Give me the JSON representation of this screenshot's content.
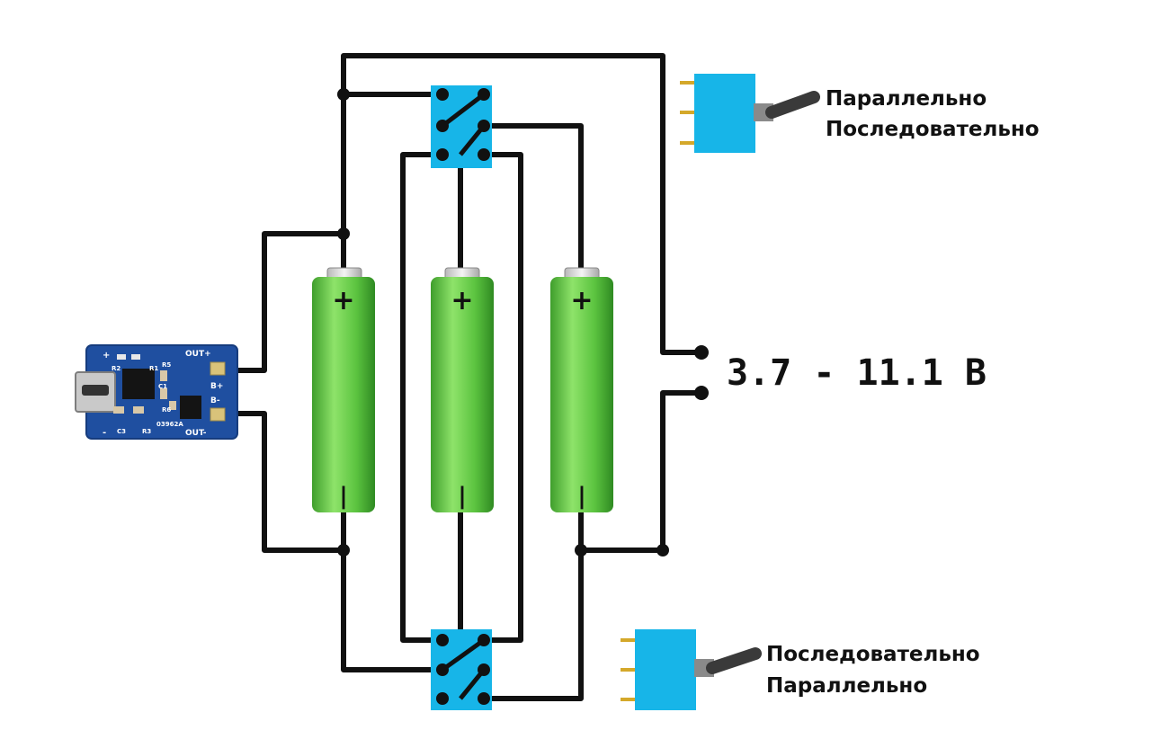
{
  "output_voltage": "3.7 - 11.1 В",
  "toggle_top": {
    "label_line1": "Параллельно",
    "label_line2": "Последовательно"
  },
  "toggle_bottom": {
    "label_line1": "Последовательно",
    "label_line2": "Параллельно"
  },
  "charger_board": {
    "labels": [
      "OUT+",
      "B+",
      "B-",
      "OUT-",
      "R5",
      "R2",
      "R1",
      "C1",
      "R6",
      "C3",
      "R3",
      "03962A",
      "+",
      "-"
    ]
  },
  "batteries": [
    {
      "positive": "+",
      "negative": "|"
    },
    {
      "positive": "+",
      "negative": "|"
    },
    {
      "positive": "+",
      "negative": "|"
    }
  ],
  "colors": {
    "battery_green": "#5cc440",
    "switch_blue": "#17b5e8",
    "pcb_blue": "#1f4fa0",
    "wire": "#111111"
  }
}
